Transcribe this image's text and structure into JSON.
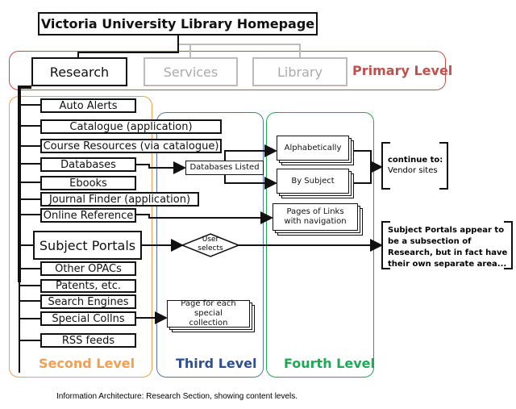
{
  "title": "Victoria University Library Homepage",
  "primary": {
    "label": "Primary Level",
    "color": "#c0504d",
    "items": [
      "Research",
      "Services",
      "Library"
    ]
  },
  "second": {
    "label": "Second Level",
    "color": "#f0a050",
    "items": [
      "Auto Alerts",
      "Catalogue (application)",
      "Course Resources (via catalogue)",
      "Databases",
      "Ebooks",
      "Journal Finder (application)",
      "Online Reference",
      "Subject Portals",
      "Other OPACs",
      "Patents, etc.",
      "Search Engines",
      "Special Collns",
      "RSS feeds"
    ]
  },
  "third": {
    "label": "Third Level",
    "color": "#2f4f8f",
    "databases_listed": "Databases Listed",
    "user_selects": "User selects",
    "special_pages": "Page for each special collection"
  },
  "fourth": {
    "label": "Fourth Level",
    "color": "#1fa855",
    "alphabetically": "Alphabetically",
    "by_subject": "By Subject",
    "pages_links": "Pages of Links with navigation"
  },
  "continue": {
    "heading": "continue to:",
    "text": "Vendor sites"
  },
  "note": "Subject Portals appear to be a subsection of Research, but in fact have their own separate area...",
  "caption": "Information Architecture: Research Section, showing content levels."
}
